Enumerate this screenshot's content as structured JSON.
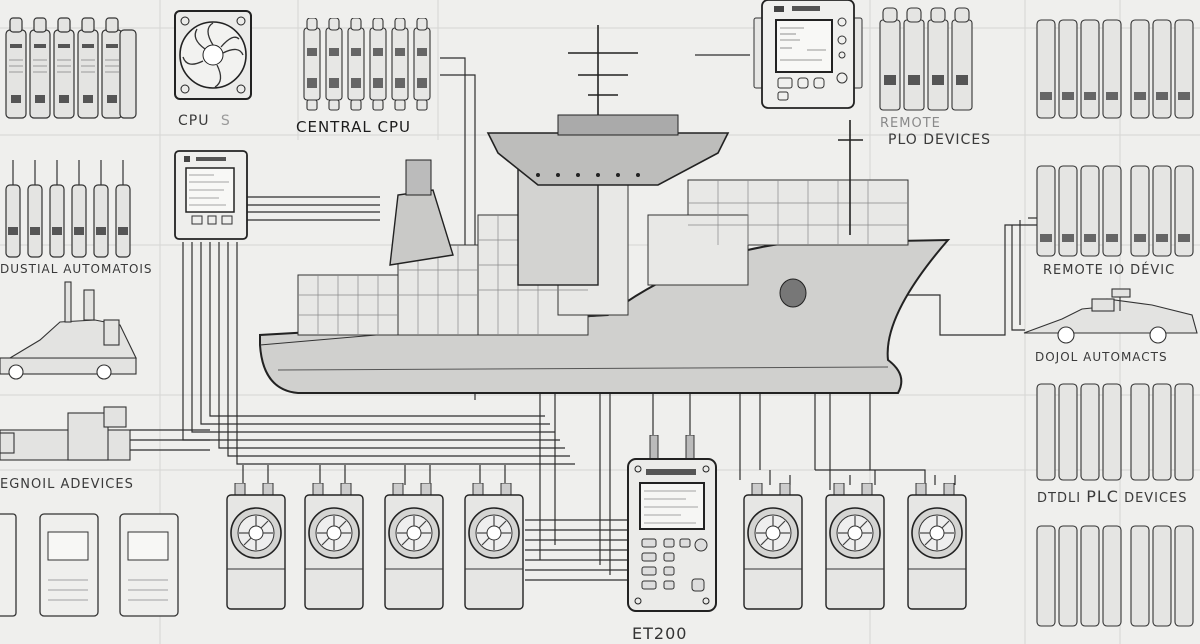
{
  "diagram": {
    "style": "pencil-sketch technical illustration",
    "subject": "container ship with industrial automation network",
    "background_color": "#efefed",
    "ink_color": "#2a2a2a"
  },
  "labels": {
    "cpu_small": "CPU",
    "cpu_small_suffix": "S",
    "central_cpu": "CENTRAL CPU",
    "remote": "REMOTE",
    "plo_devices": "PLO DEVICES",
    "industrial_automation": "DUSTIAL AUTOMATOIS",
    "remote_io_devices": "REMOTE IO DÉVIC",
    "dodol_automacts": "DOJOL AUTOMACTS",
    "secnoil_adevices": "EGNOIL ADEVICES",
    "plc_devices_prefix": "DTDLI",
    "plc_devices_plc": "PLC",
    "plc_devices_suffix": "DEVICES",
    "et200": "ET200"
  },
  "components": {
    "plc_racks_top_left": {
      "count": 6,
      "label_ref": "industrial_automation"
    },
    "fan_unit_top": {
      "label_ref": "cpu_small"
    },
    "central_cpu_modules": {
      "count": 6
    },
    "hmi_panel_top": {
      "type": "hmi-panel"
    },
    "plc_racks_top_right": {
      "count": 4
    },
    "io_racks_right": [
      {
        "count": 4
      },
      {
        "count": 3
      }
    ],
    "hmi_panel_left": {
      "type": "hmi-panel"
    },
    "fan_modules_bottom_left": {
      "count": 4
    },
    "fan_modules_bottom_right": {
      "count": 3
    },
    "et200_handheld": {
      "label_ref": "et200"
    },
    "small_panels_bottom_left": {
      "count": 3
    },
    "vehicles": [
      {
        "position": "left",
        "type": "industrial-vehicle"
      },
      {
        "position": "right",
        "type": "industrial-vehicle"
      }
    ],
    "ship": {
      "type": "container-ship"
    }
  }
}
